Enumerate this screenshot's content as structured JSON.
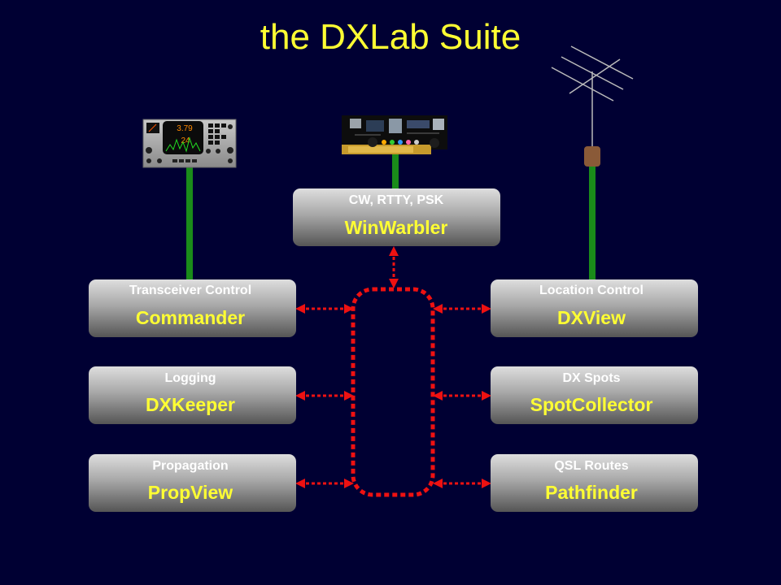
{
  "title": "the DXLab Suite",
  "colors": {
    "background": "#000033",
    "title": "#ffff33",
    "role_label": "#ffffff",
    "app_name": "#ffff33",
    "link_line": "#1a8c1a",
    "bus": "#ee1111",
    "box_top": "#d8d8d8",
    "box_bottom": "#5a5a5a"
  },
  "apps": {
    "winwarbler": {
      "role": "CW, RTTY, PSK",
      "name": "WinWarbler"
    },
    "commander": {
      "role": "Transceiver Control",
      "name": "Commander"
    },
    "dxview": {
      "role": "Location Control",
      "name": "DXView"
    },
    "dxkeeper": {
      "role": "Logging",
      "name": "DXKeeper"
    },
    "spotcollector": {
      "role": "DX Spots",
      "name": "SpotCollector"
    },
    "propview": {
      "role": "Propagation",
      "name": "PropView"
    },
    "pathfinder": {
      "role": "QSL Routes",
      "name": "Pathfinder"
    }
  },
  "devices": {
    "transceiver": {
      "icon": "transceiver-icon",
      "display_freq": "3.79",
      "display_value": "24"
    },
    "soundcard": {
      "icon": "soundcard-icon"
    },
    "antenna": {
      "icon": "antenna-icon"
    }
  }
}
